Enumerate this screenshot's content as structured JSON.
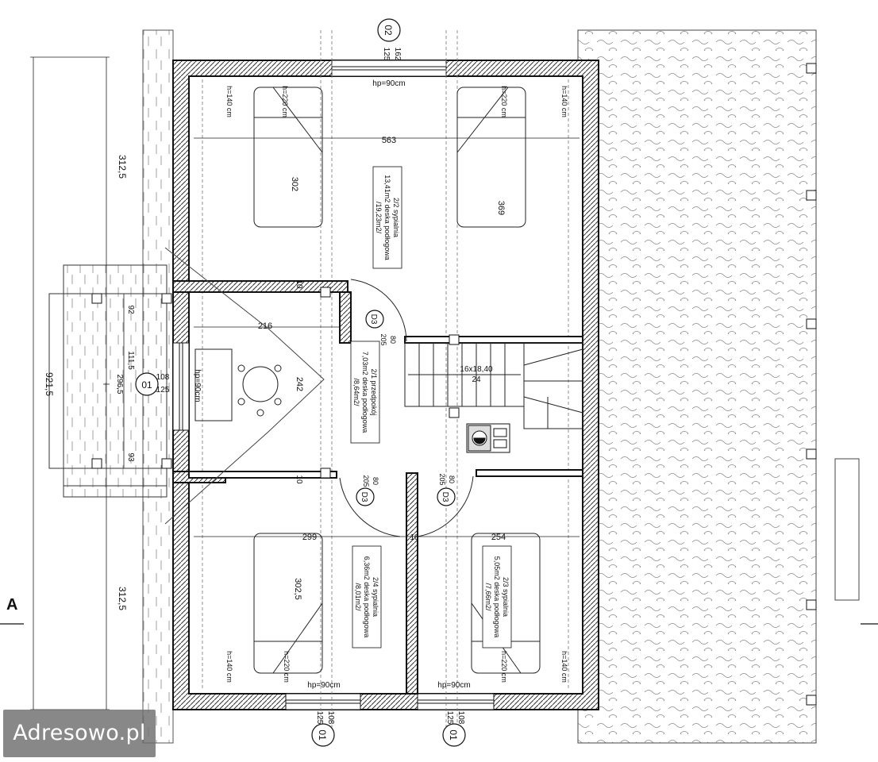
{
  "watermark": "Adresowo.pl",
  "section_marker": "A",
  "axis_labels": {
    "top": "02",
    "left": "01",
    "bottom_left": "01",
    "bottom_right": "01"
  },
  "outer_dimensions": {
    "upper": "312,5",
    "lower": "312,5",
    "total": "921,5"
  },
  "window_labels": {
    "top": "hp=90cm",
    "left": "hp=90cm",
    "bottom_left": "hp=90cm",
    "bottom_right": "hp=90cm"
  },
  "window_sizes": {
    "top_a": "162",
    "top_b": "125",
    "left_a": "108",
    "left_b": "125",
    "bl_a": "108",
    "bl_b": "125",
    "br_a": "108",
    "br_b": "125"
  },
  "rooms": {
    "top": {
      "lines": [
        "2/2   sypialnia",
        "13,41m2  deska podłogowa",
        "/19,23m2/"
      ]
    },
    "study": {
      "lines": [
        "2/1   przedpokój",
        "7,03m2  deska podłogowa",
        "/8,64m2/"
      ]
    },
    "bottom_left": {
      "lines": [
        "2/4   sypialnia",
        "6,36m2  deska podłogowa",
        "/8,01m2/"
      ]
    },
    "bottom_right": {
      "lines": [
        "2/3   sypialnia",
        "5,05m2  deska podłogowa",
        "/7,66m2/"
      ]
    }
  },
  "dims": {
    "d563": "563",
    "d302": "302",
    "d369": "369",
    "d216": "216",
    "d242": "242",
    "d10a": "10",
    "d10b": "10",
    "d10c": "10",
    "d299": "299",
    "d254": "254",
    "d3025": "302,5",
    "d92": "92",
    "d1115": "111,5",
    "d2965": "296,5",
    "d93": "93"
  },
  "h_labels": {
    "tl": "h=140 cm",
    "tr": "h=140 cm",
    "bl": "h=140 cm",
    "br": "h=140 cm",
    "tl2": "h=220 cm",
    "tr2": "h=220 cm",
    "bl2": "h=220 cm",
    "br2": "h=220 cm"
  },
  "doors": {
    "d1": {
      "code": "D3",
      "w": "80",
      "h": "205"
    },
    "d2": {
      "code": "D3",
      "w": "80",
      "h": "205"
    },
    "d3": {
      "code": "D3",
      "w": "80",
      "h": "205"
    }
  },
  "stairs": {
    "spec": "16x18,40",
    "count": "24"
  }
}
